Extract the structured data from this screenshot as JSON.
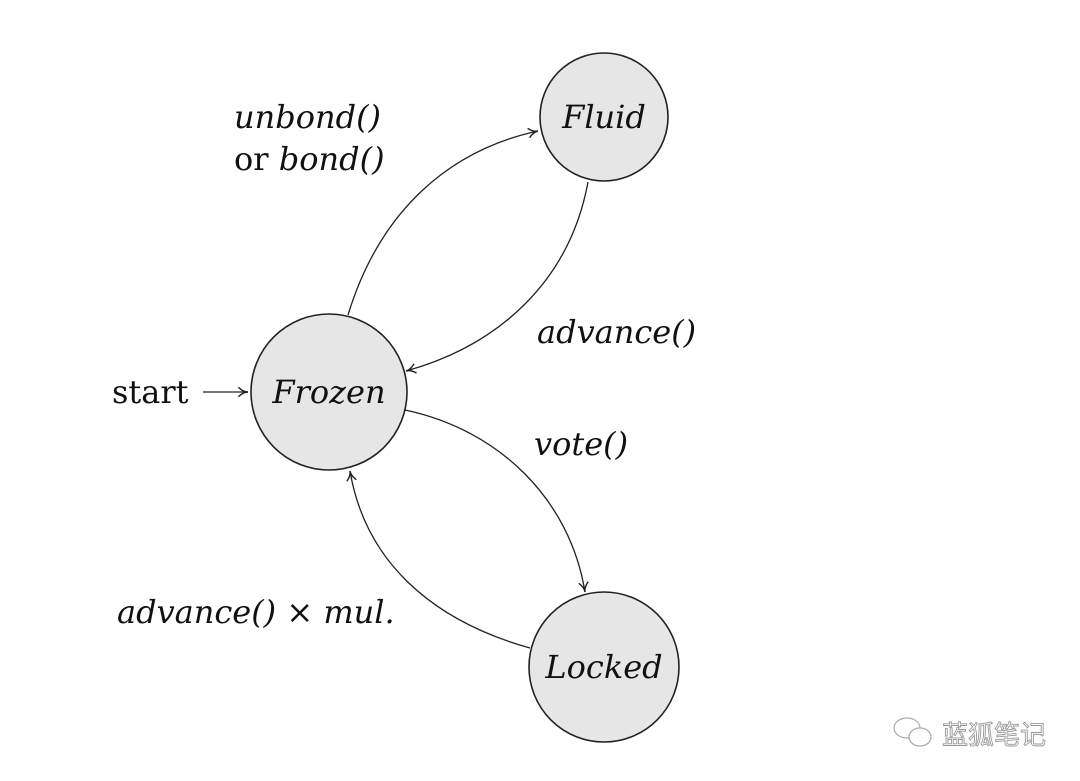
{
  "states": {
    "fluid": "Fluid",
    "frozen": "Frozen",
    "locked": "Locked"
  },
  "colors": {
    "state_fill": "#e6e6e6",
    "stroke": "#222222"
  },
  "edges": {
    "start": "start",
    "frozen_to_fluid_line1": "unbond()",
    "frozen_to_fluid_line2_prefix": "or ",
    "frozen_to_fluid_line2": "bond()",
    "fluid_to_frozen": "advance()",
    "frozen_to_locked": "vote()",
    "locked_to_frozen": "advance() × mul."
  },
  "watermark": "蓝狐笔记"
}
